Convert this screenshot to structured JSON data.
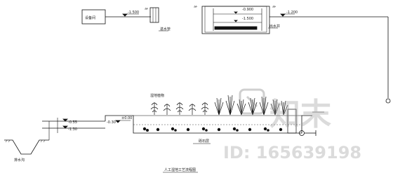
{
  "drawing": {
    "equipment_box_label": "设备间",
    "level_top_left": "-1.500",
    "level_tank_top": "-0.900",
    "level_tank_mid": "-1.500",
    "level_right": "-1.200",
    "label_pipe_small": "进水管",
    "label_tank_right": "出水井",
    "label_plant_bed": "湿地植物",
    "level_bed_top": "±0.00",
    "level_left_1": "-0.55",
    "level_left_2": "-1.30",
    "level_left_3": "-0.30",
    "label_gravel": "砾石层",
    "label_ditch": "排水沟",
    "title": "人工湿地工艺流程图"
  },
  "watermark": {
    "logo_text": "知末",
    "id_text": "ID: 165639198"
  }
}
